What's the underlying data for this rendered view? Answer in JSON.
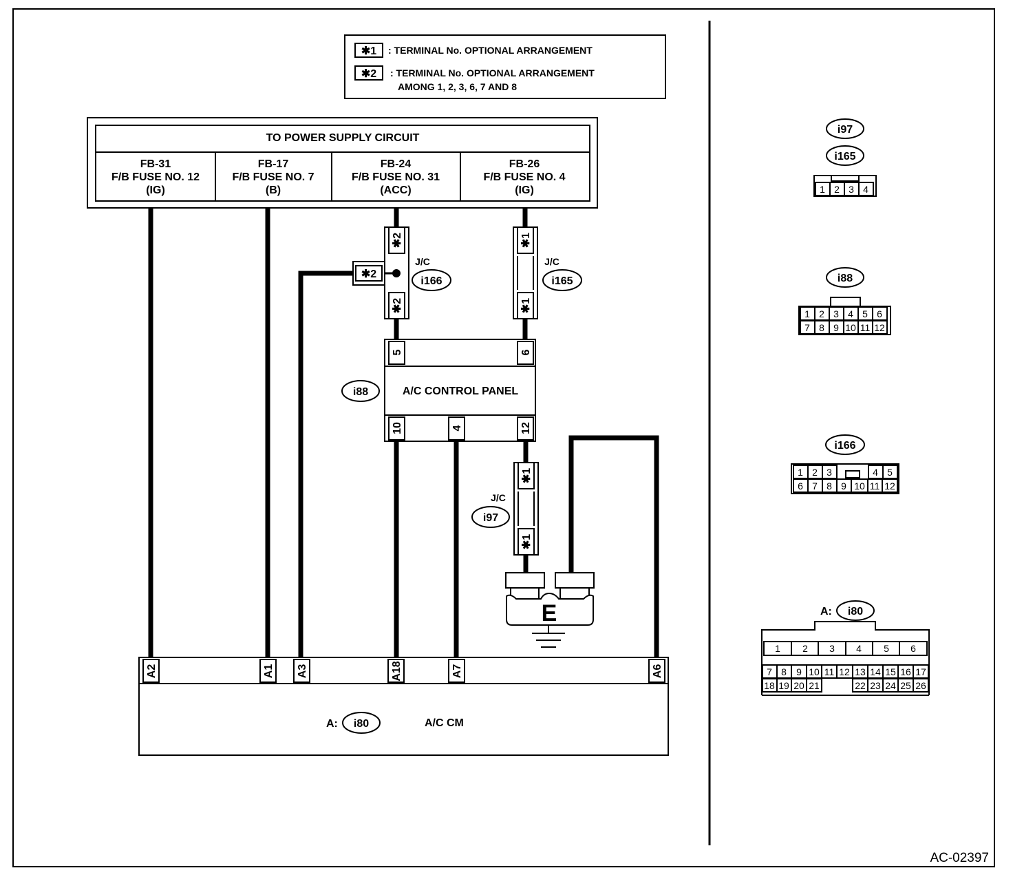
{
  "legend": {
    "items": [
      {
        "symbol": "✱1",
        "text": ": TERMINAL No. OPTIONAL ARRANGEMENT",
        "text2": ""
      },
      {
        "symbol": "✱2",
        "text": ": TERMINAL No. OPTIONAL ARRANGEMENT",
        "text2": "AMONG 1, 2, 3, 6, 7 AND 8"
      }
    ]
  },
  "power_supply": {
    "title": "TO POWER SUPPLY CIRCUIT",
    "fuses": [
      {
        "id": "FB-31",
        "name": "F/B FUSE NO. 12",
        "type": "(IG)"
      },
      {
        "id": "FB-17",
        "name": "F/B FUSE NO. 7",
        "type": "(B)"
      },
      {
        "id": "FB-24",
        "name": "F/B FUSE NO. 31",
        "type": "(ACC)"
      },
      {
        "id": "FB-26",
        "name": "F/B FUSE NO. 4",
        "type": "(IG)"
      }
    ]
  },
  "symbols": {
    "star1": "✱1",
    "star2": "✱2"
  },
  "jc": {
    "label": "J/C",
    "i166": "i166",
    "i165": "i165",
    "i97": "i97"
  },
  "control_panel": {
    "connector": "i88",
    "name": "A/C CONTROL PANEL",
    "top_pins": [
      "5",
      "6"
    ],
    "bottom_pins": [
      "10",
      "4",
      "12"
    ]
  },
  "ground": {
    "label": "E"
  },
  "acm": {
    "prefix": "A:",
    "connector": "i80",
    "name": "A/C CM",
    "pins": [
      "A2",
      "A1",
      "A3",
      "A18",
      "A7",
      "A6"
    ]
  },
  "connectors": {
    "c1": {
      "labels": [
        "i97",
        "i165"
      ],
      "pins": [
        "1",
        "2",
        "3",
        "4"
      ]
    },
    "c2": {
      "label": "i88",
      "row1": [
        "1",
        "2",
        "3",
        "4",
        "5",
        "6"
      ],
      "row2": [
        "7",
        "8",
        "9",
        "10",
        "11",
        "12"
      ]
    },
    "c3": {
      "label": "i166",
      "row1": [
        "1",
        "2",
        "3",
        "4",
        "5"
      ],
      "row2": [
        "6",
        "7",
        "8",
        "9",
        "10",
        "11",
        "12"
      ]
    },
    "c4": {
      "prefix": "A:",
      "label": "i80",
      "row1": [
        "1",
        "2",
        "3",
        "4",
        "5",
        "6"
      ],
      "row2": [
        "7",
        "8",
        "9",
        "10",
        "11",
        "12",
        "13",
        "14",
        "15",
        "16",
        "17"
      ],
      "row3a": [
        "18",
        "19",
        "20",
        "21"
      ],
      "row3b": [
        "22",
        "23",
        "24",
        "25",
        "26"
      ]
    }
  },
  "figure_code": "AC-02397"
}
